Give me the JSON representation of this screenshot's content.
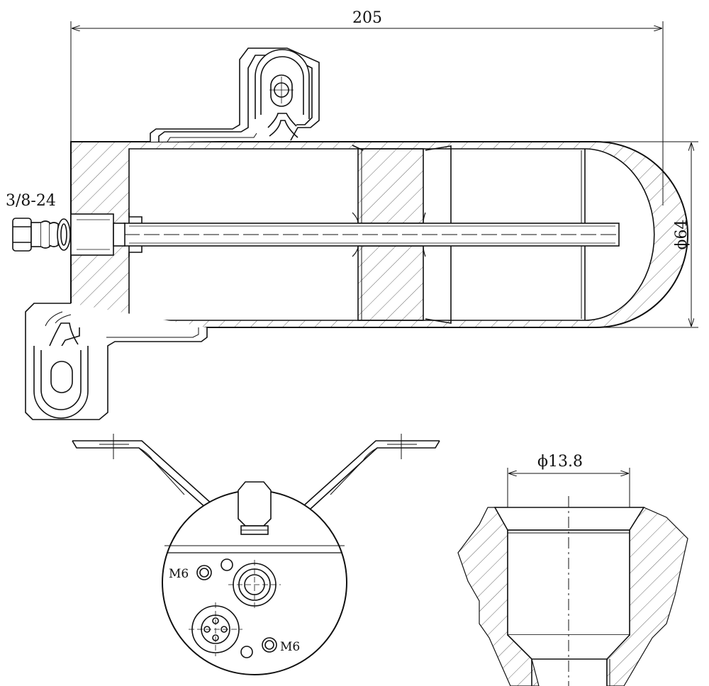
{
  "dimensions": {
    "overall_length": "205",
    "body_diameter": "ϕ64",
    "thread": "3/8-24",
    "port_diameter": "ϕ13.8"
  },
  "labels": {
    "bolt_upper": "M6",
    "bolt_lower": "M6"
  },
  "colors": {
    "line": "#111111",
    "hatch": "#666666",
    "background": "#ffffff"
  }
}
